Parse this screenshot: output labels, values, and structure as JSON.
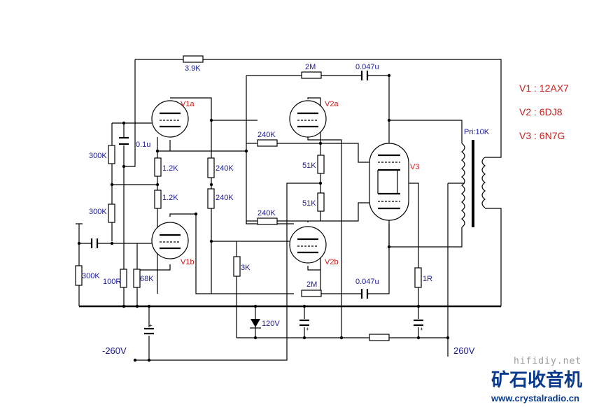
{
  "tubes": {
    "v1a": "V1a",
    "v1b": "V1b",
    "v2a": "V2a",
    "v2b": "V2b",
    "v3": "V3"
  },
  "legend": {
    "v1": "V1 : 12AX7",
    "v2": "V2 : 6DJ8",
    "v3": "V3 : 6N7G"
  },
  "components": {
    "r_top_feedback": "3.9K",
    "r_2m_top": "2M",
    "c_top": "0.047u",
    "r_300k_a": "300K",
    "c_01u": "0.1u",
    "r_12k_a": "1.2K",
    "r_12k_b": "1.2K",
    "r_240k_v1": "240K",
    "r_240k_v1b": "240K",
    "r_240k_a": "240K",
    "r_51k_a": "51K",
    "r_51k_b": "51K",
    "r_240k_b": "240K",
    "r_300k_b": "300K",
    "r_300k_input": "300K",
    "r_100r": "100R",
    "r_68k": "68K",
    "r_3k": "3K",
    "r_2m_bot": "2M",
    "c_bot": "0.047u",
    "r_1r": "1R",
    "zener": "120V",
    "transformer": "Pri:10K"
  },
  "supply": {
    "neg": "-260V",
    "pos": "260V"
  },
  "watermark": {
    "site": "hifidiy.net",
    "brand": "矿石收音机",
    "url": "www.crystalradio.cn"
  }
}
